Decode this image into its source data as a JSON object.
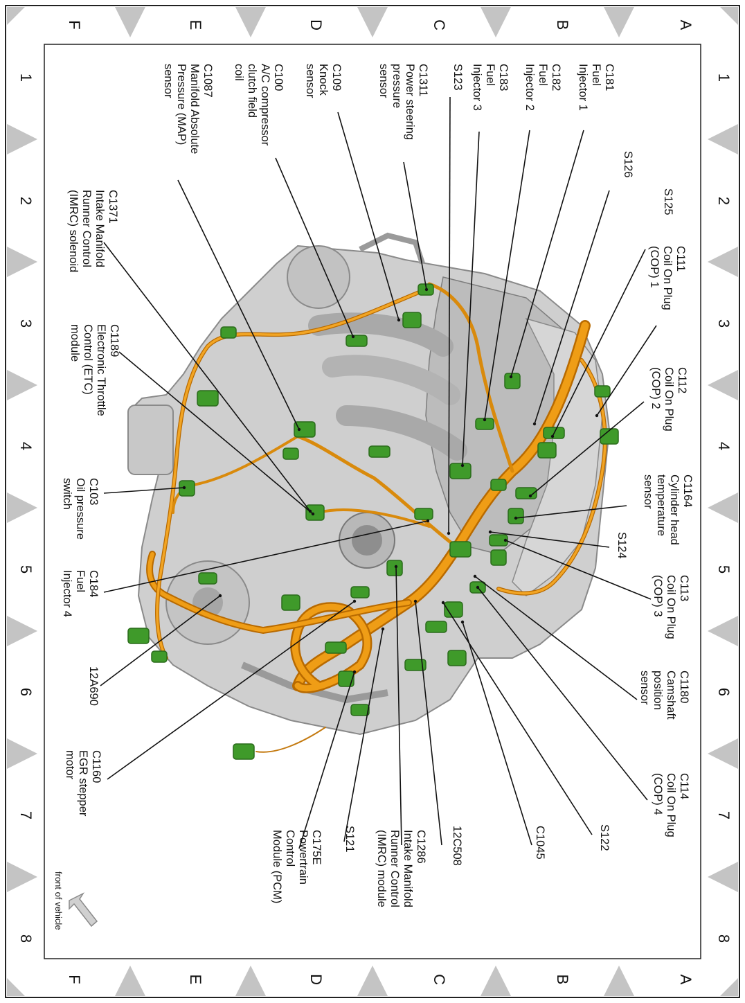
{
  "grid": {
    "rows": [
      "A",
      "B",
      "C",
      "D",
      "E",
      "F"
    ],
    "cols": [
      "1",
      "2",
      "3",
      "4",
      "5",
      "6",
      "7",
      "8"
    ]
  },
  "callouts": {
    "c181": [
      "C181",
      "Fuel",
      "Injector 1"
    ],
    "c182": [
      "C182",
      "Fuel",
      "Injector 2"
    ],
    "c183": [
      "C183",
      "Fuel",
      "Injector 3"
    ],
    "s123": [
      "S123"
    ],
    "c1311": [
      "C1311",
      "Power steering",
      "pressure",
      "sensor"
    ],
    "c109": [
      "C109",
      "Knock",
      "sensor"
    ],
    "c100": [
      "C100",
      "A/C compressor",
      "clutch field",
      "coil"
    ],
    "c1087": [
      "C1087",
      "Manifold Absolute",
      "Pressure (MAP)",
      "sensor"
    ],
    "s126": [
      "S126"
    ],
    "s125": [
      "S125"
    ],
    "c1371": [
      "C1371",
      "Intake Manifold",
      "Runner Control",
      "(IMRC) solenoid"
    ],
    "c111": [
      "C111",
      "Coil On Plug",
      "(COP) 1"
    ],
    "c1189": [
      "C1189",
      "Electronic Throttle",
      "Control (ETC)",
      "module"
    ],
    "c112": [
      "C112",
      "Coil On Plug",
      "(COP) 2"
    ],
    "c103": [
      "C103",
      "Oil pressure",
      "switch"
    ],
    "c1164": [
      "C1164",
      "Cylinder head",
      "temperature",
      "sensor"
    ],
    "s124": [
      "S124"
    ],
    "c184": [
      "C184",
      "Fuel",
      "Injector 4"
    ],
    "c113": [
      "C113",
      "Coil On Plug",
      "(COP) 3"
    ],
    "c12a690": [
      "12A690"
    ],
    "c1180": [
      "C1180",
      "Camshaft",
      "position",
      "sensor"
    ],
    "c1160": [
      "C1160",
      "EGR stepper",
      "motor"
    ],
    "c114": [
      "C114",
      "Coil On Plug",
      "(COP) 4"
    ],
    "c175e": [
      "C175E",
      "Powertrain",
      "Control",
      "Module (PCM)"
    ],
    "s121": [
      "S121"
    ],
    "c1286": [
      "C1286",
      "Intake Manifold",
      "Runner Control",
      "(IMRC) module"
    ],
    "c12c508": [
      "12C508"
    ],
    "c1045": [
      "C1045"
    ],
    "s122": [
      "S122"
    ]
  },
  "front_of_vehicle": "front of vehicle",
  "colors": {
    "harness": "#e8960a",
    "harness_dark": "#b86a00",
    "connector": "#3f9a2a",
    "connector_dark": "#2a6b1b",
    "engine": "#c9c9c9",
    "engine_dark": "#8f8f8f",
    "border_triangle": "#c4c4c4"
  }
}
